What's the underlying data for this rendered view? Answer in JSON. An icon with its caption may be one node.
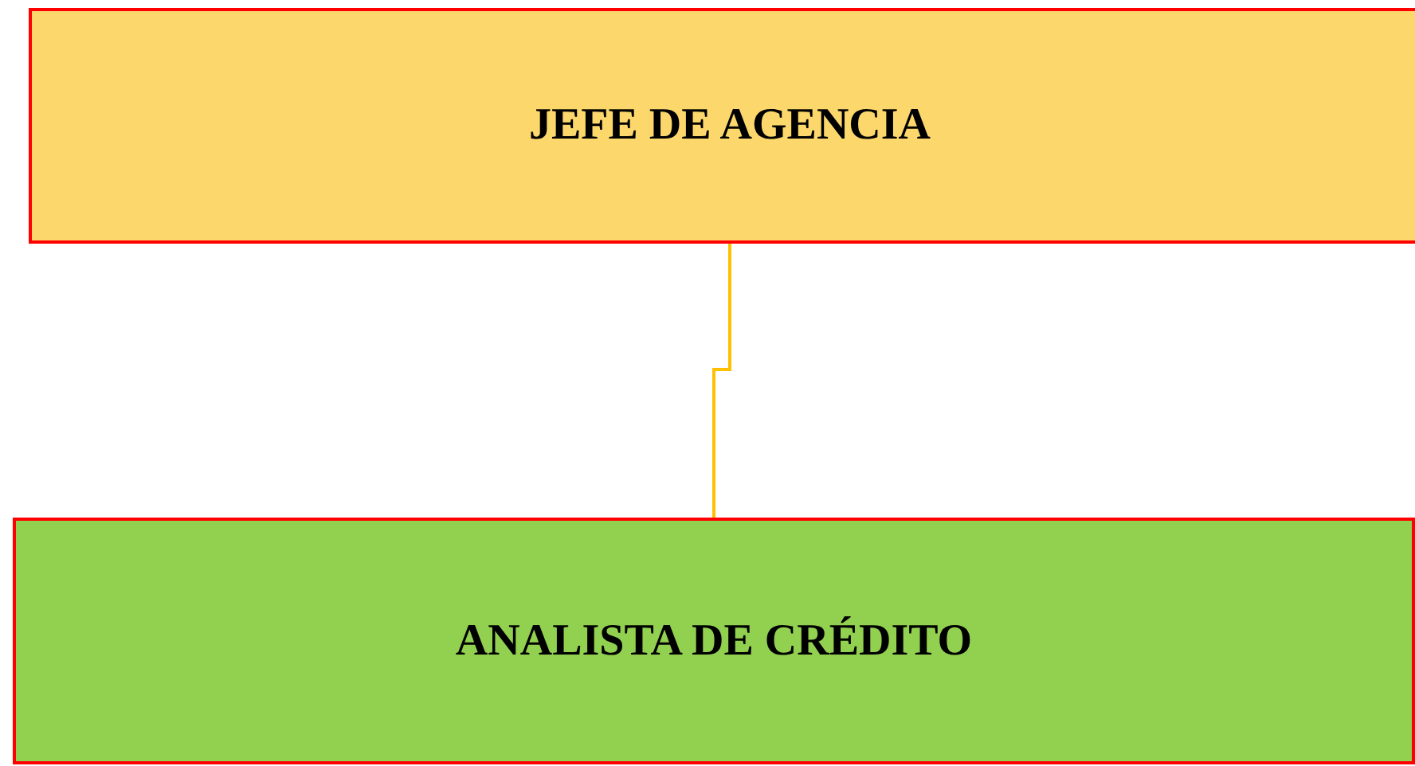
{
  "diagram": {
    "nodes": [
      {
        "text": [
          "JEFE DE AGENCIA"
        ]
      },
      {
        "text": [
          "ANALISTA DE CRÉDITO"
        ]
      }
    ],
    "edges": [
      {
        "from": 0,
        "to": 1,
        "arrow": "none",
        "color": "#ffc000"
      }
    ]
  }
}
